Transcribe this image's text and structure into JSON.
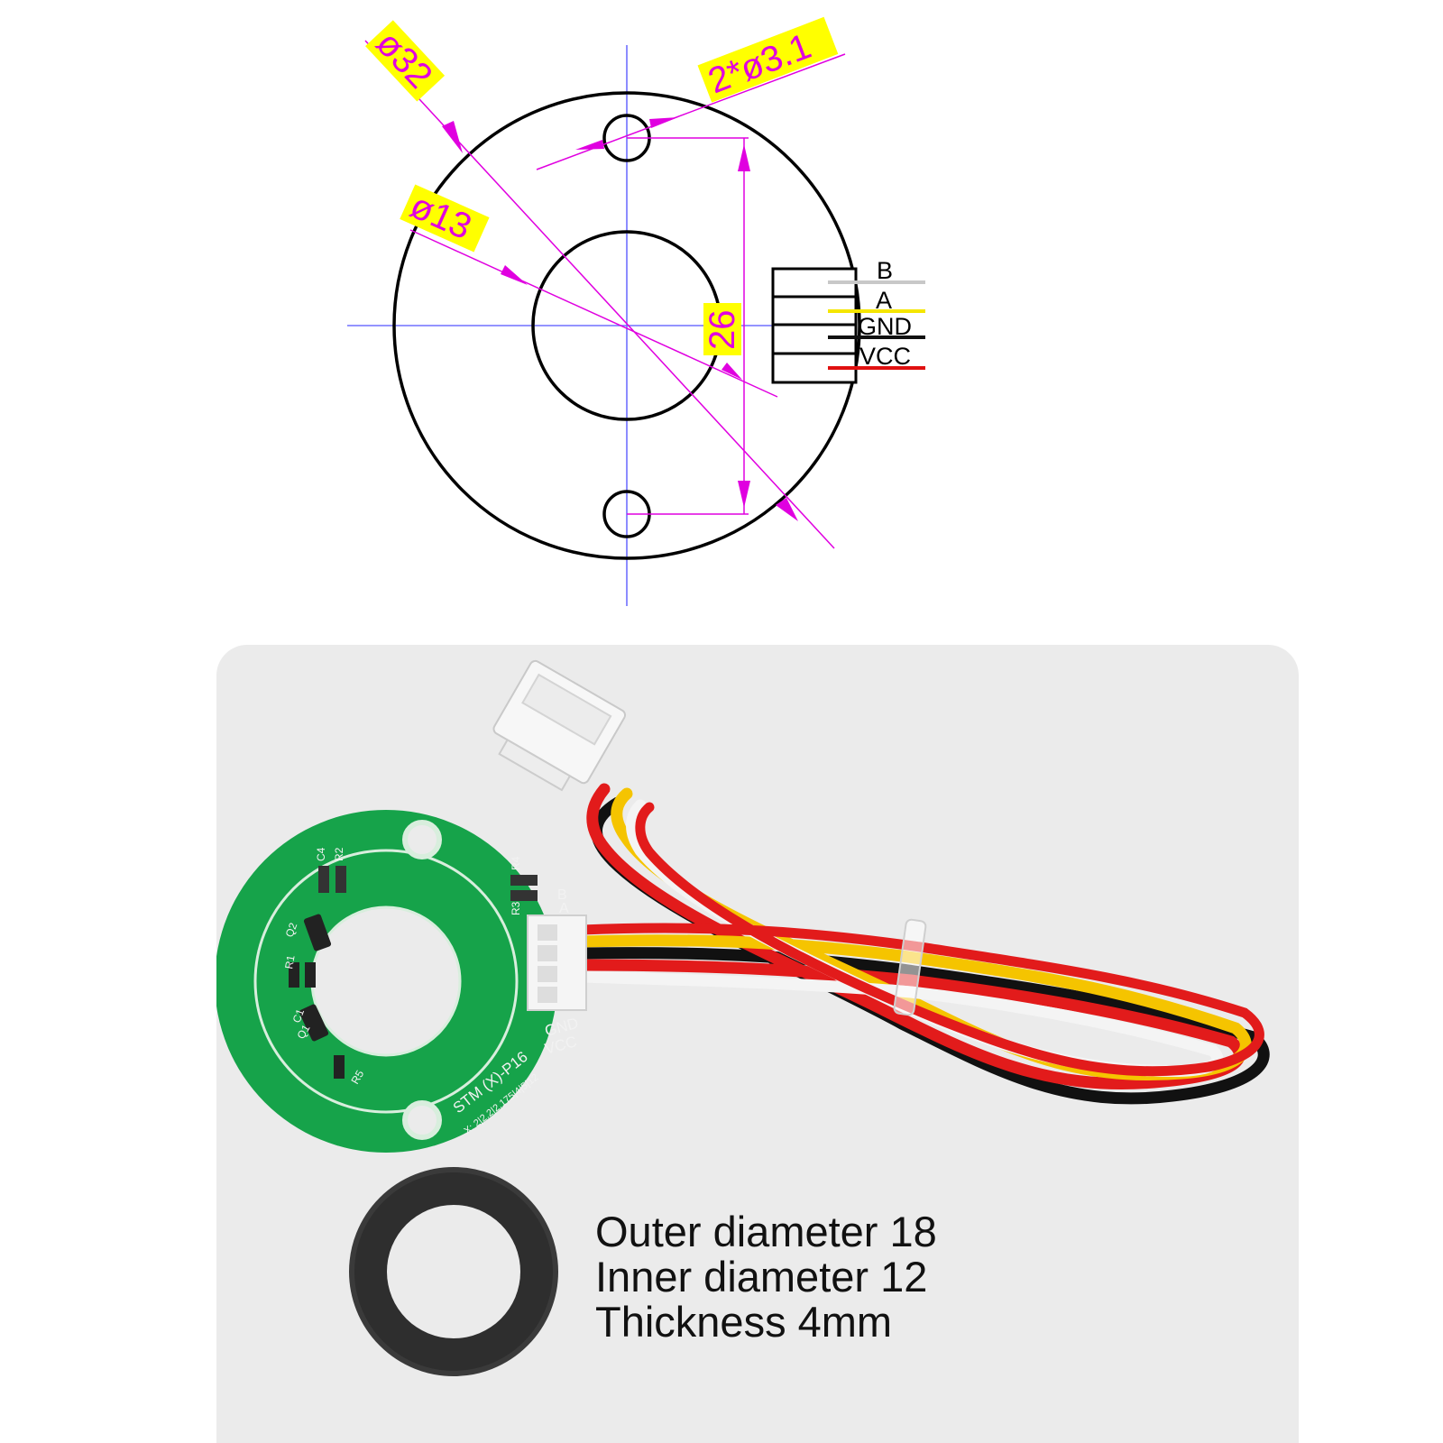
{
  "drawing": {
    "outer_diameter_label": "ø32",
    "inner_diameter_label": "ø13",
    "hole_label": "2*ø3.1",
    "hole_spacing_label": "26",
    "pins": [
      "B",
      "A",
      "GND",
      "VCC"
    ],
    "wire_colors": [
      "#c8c8c8",
      "#f5e600",
      "#111111",
      "#e01010"
    ],
    "dimension_color": "#e000e0",
    "label_highlight_color": "#ffff00",
    "centerline_color": "#7070ff"
  },
  "photo": {
    "pcb_color": "#16a34a",
    "board_text": {
      "model": "STM (X)-P16",
      "variants": "X: 2|2.2|2.175|4|5|12",
      "pin_labels": [
        "B",
        "A",
        "GND",
        "VCC"
      ],
      "refs": [
        "C4",
        "R2",
        "R4",
        "R3",
        "Q2",
        "R1",
        "C1",
        "Q1",
        "R5"
      ]
    },
    "wire_colors": [
      "#e8e8e8",
      "#f5c400",
      "#111111",
      "#e21b1b"
    ]
  },
  "magnet_spec": {
    "outer": "Outer diameter 18",
    "inner": "Inner diameter 12",
    "thickness": "Thickness 4mm"
  }
}
